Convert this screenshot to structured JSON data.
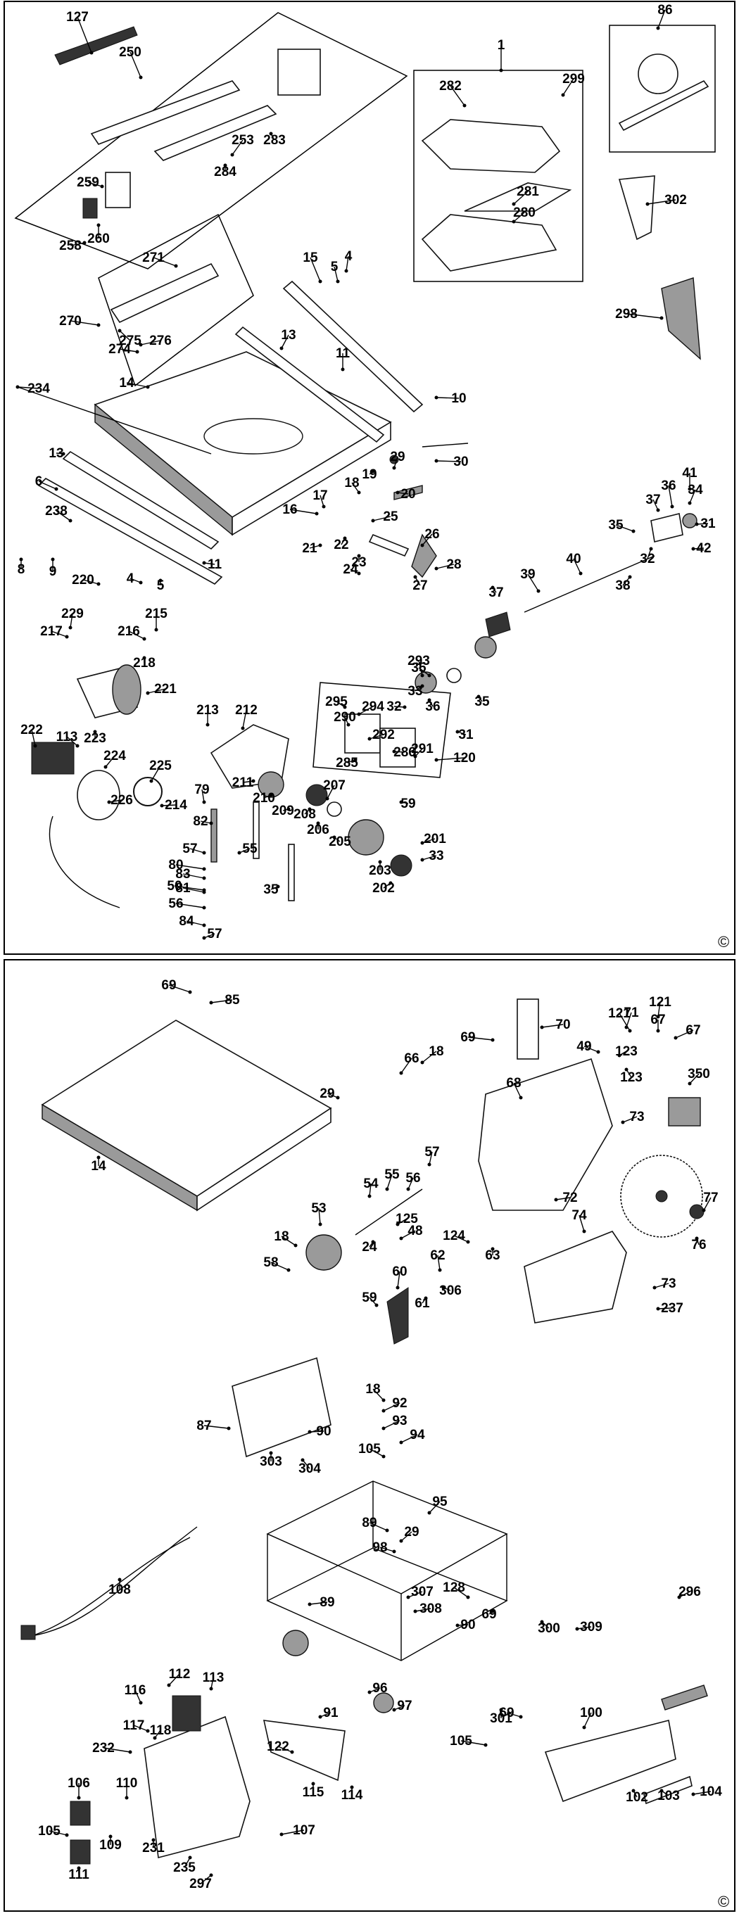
{
  "copyright_symbol": "©",
  "panel1": {
    "labels": [
      "127",
      "250",
      "86",
      "1",
      "282",
      "299",
      "302",
      "253",
      "283",
      "284",
      "259",
      "260",
      "258",
      "281",
      "280",
      "298",
      "271",
      "270",
      "275",
      "276",
      "274",
      "15",
      "4",
      "5",
      "13",
      "11",
      "234",
      "14",
      "10",
      "30",
      "29",
      "19",
      "20",
      "18",
      "17",
      "16",
      "25",
      "21",
      "22",
      "23",
      "24",
      "26",
      "27",
      "28",
      "41",
      "34",
      "36",
      "31",
      "37",
      "35",
      "32",
      "42",
      "38",
      "39",
      "40",
      "6",
      "238",
      "8",
      "9",
      "220",
      "229",
      "217",
      "215",
      "216",
      "218",
      "221",
      "222",
      "113",
      "223",
      "224",
      "225",
      "226",
      "214",
      "213",
      "212",
      "211",
      "210",
      "209",
      "208",
      "207",
      "206",
      "205",
      "203",
      "202",
      "201",
      "33",
      "293",
      "295",
      "294",
      "290",
      "292",
      "285",
      "286",
      "291",
      "120",
      "59",
      "79",
      "82",
      "55",
      "57",
      "80",
      "83",
      "50",
      "81",
      "56",
      "84"
    ],
    "duplicates": [
      "13",
      "11",
      "4",
      "5",
      "37",
      "35",
      "32",
      "36",
      "31",
      "33",
      "35",
      "57",
      "35"
    ]
  },
  "panel2": {
    "labels": [
      "69",
      "85",
      "70",
      "71",
      "121",
      "67",
      "49",
      "123",
      "350",
      "14",
      "66",
      "68",
      "73",
      "57",
      "55",
      "56",
      "54",
      "53",
      "125",
      "18",
      "48",
      "24",
      "72",
      "74",
      "76",
      "77",
      "124",
      "63",
      "62",
      "306",
      "60",
      "61",
      "58",
      "59",
      "73",
      "237",
      "92",
      "93",
      "94",
      "87",
      "90",
      "303",
      "304",
      "95",
      "29",
      "108",
      "89",
      "307",
      "308",
      "128",
      "300",
      "309",
      "296",
      "112",
      "113",
      "116",
      "117",
      "118",
      "96",
      "97",
      "91",
      "122",
      "232",
      "106",
      "110",
      "115",
      "114",
      "100",
      "105",
      "301",
      "102",
      "103",
      "104",
      "107",
      "105",
      "109",
      "111",
      "231",
      "235",
      "297"
    ],
    "duplicates": [
      "121",
      "67",
      "123",
      "69",
      "18",
      "29",
      "18",
      "89",
      "98",
      "69",
      "90",
      "105",
      "69"
    ]
  }
}
